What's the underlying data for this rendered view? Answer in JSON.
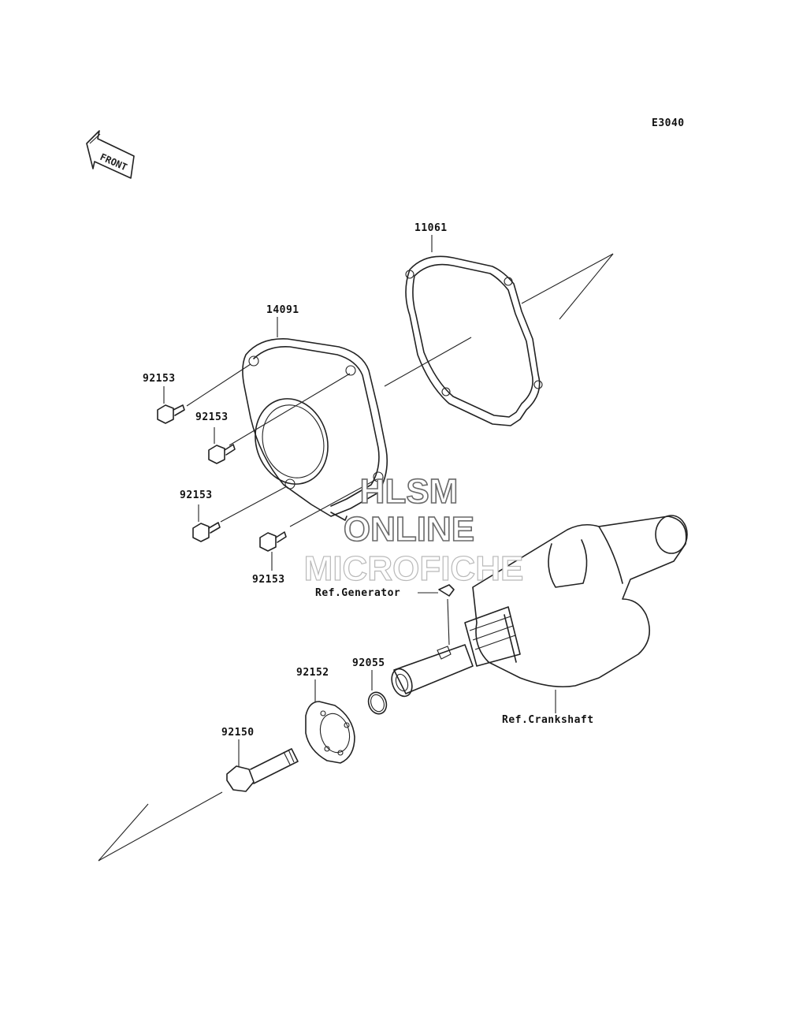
{
  "diagram_code": "E3040",
  "front_indicator": "FRONT",
  "parts": {
    "gasket": "11061",
    "cover": "14091",
    "bolt_upper_left": "92153",
    "bolt_upper_mid": "92153",
    "bolt_lower_left": "92153",
    "bolt_lower_mid": "92153",
    "o_ring": "92055",
    "washer_plate": "92152",
    "flange_bolt": "92150"
  },
  "references": {
    "generator": "Ref.Generator",
    "crankshaft": "Ref.Crankshaft"
  },
  "watermark": {
    "line1": "HLSM",
    "line2": "ONLINE",
    "line3": "MICROFICHE"
  }
}
